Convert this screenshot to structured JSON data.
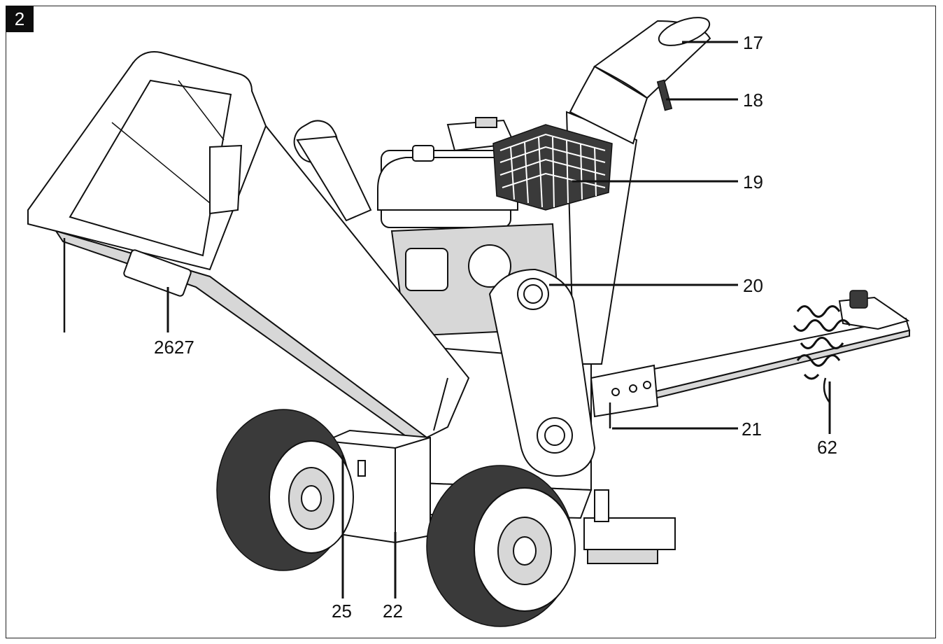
{
  "figure": {
    "number": "2"
  },
  "callouts": [
    {
      "id": "17",
      "label": "17"
    },
    {
      "id": "18",
      "label": "18"
    },
    {
      "id": "19",
      "label": "19"
    },
    {
      "id": "20",
      "label": "20"
    },
    {
      "id": "21",
      "label": "21"
    },
    {
      "id": "62",
      "label": "62"
    },
    {
      "id": "2627",
      "label": "2627"
    },
    {
      "id": "25",
      "label": "25"
    },
    {
      "id": "22",
      "label": "22"
    }
  ],
  "colors": {
    "ink": "#111111",
    "badge": "#0d0d0d",
    "paper": "#ffffff"
  }
}
